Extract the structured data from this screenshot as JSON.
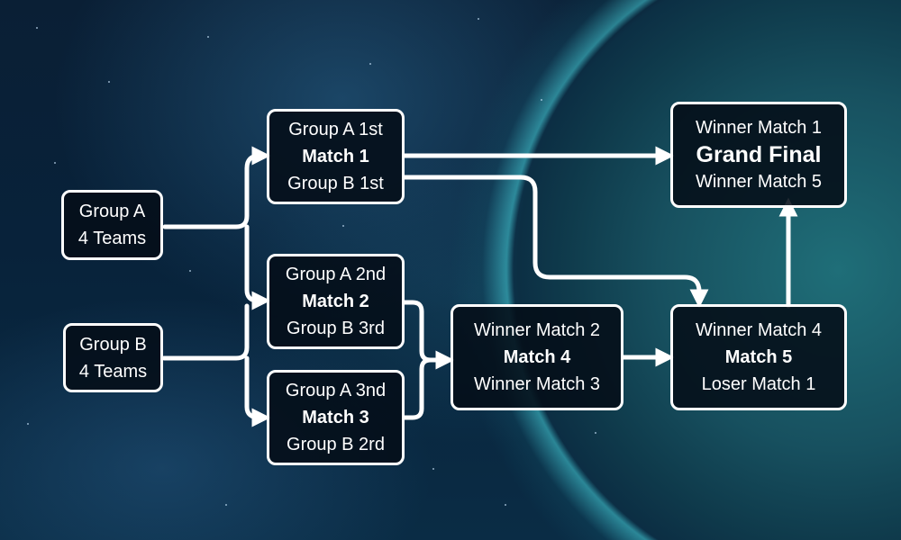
{
  "groups": {
    "group_a": {
      "line1": "Group A",
      "line2": "4 Teams"
    },
    "group_b": {
      "line1": "Group B",
      "line2": "4 Teams"
    }
  },
  "matches": {
    "match1": {
      "top": "Group A 1st",
      "title": "Match 1",
      "bottom": "Group B 1st"
    },
    "match2": {
      "top": "Group A 2nd",
      "title": "Match 2",
      "bottom": "Group B 3rd"
    },
    "match3": {
      "top": "Group A 3nd",
      "title": "Match 3",
      "bottom": "Group B 2rd"
    },
    "match4": {
      "top": "Winner Match 2",
      "title": "Match 4",
      "bottom": "Winner Match 3"
    },
    "match5": {
      "top": "Winner Match 4",
      "title": "Match 5",
      "bottom": "Loser Match 1"
    },
    "final": {
      "top": "Winner Match 1",
      "title": "Grand Final",
      "bottom": "Winner Match 5"
    }
  },
  "colors": {
    "box_border": "#ffffff",
    "box_fill": "#040e18",
    "connector": "#ffffff"
  }
}
